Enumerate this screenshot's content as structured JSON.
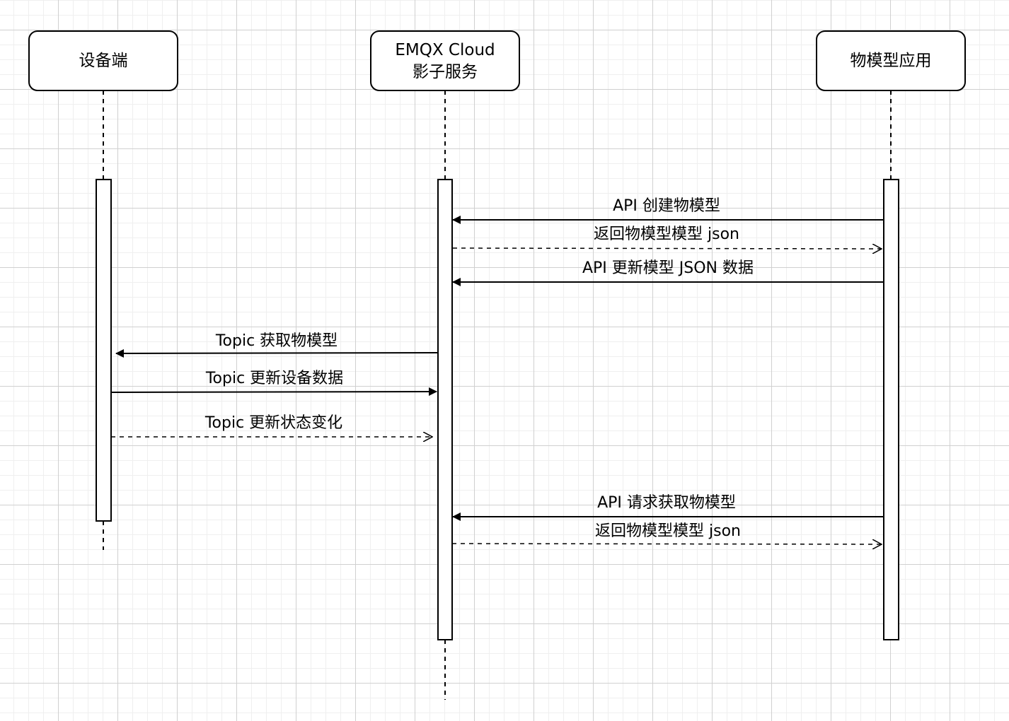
{
  "diagram": {
    "type": "sequence",
    "actors": [
      {
        "id": "device",
        "label_lines": [
          "设备端"
        ]
      },
      {
        "id": "cloud",
        "label_lines": [
          "EMQX Cloud",
          "影子服务"
        ]
      },
      {
        "id": "app",
        "label_lines": [
          "物模型应用"
        ]
      }
    ],
    "messages": [
      {
        "from": "app",
        "to": "cloud",
        "label": "API 创建物模型",
        "style": "solid"
      },
      {
        "from": "cloud",
        "to": "app",
        "label": "返回物模型模型 json",
        "style": "dashed"
      },
      {
        "from": "app",
        "to": "cloud",
        "label": "API 更新模型 JSON 数据",
        "style": "solid"
      },
      {
        "from": "cloud",
        "to": "device",
        "label": "Topic 获取物模型",
        "style": "solid"
      },
      {
        "from": "device",
        "to": "cloud",
        "label": "Topic 更新设备数据",
        "style": "solid"
      },
      {
        "from": "device",
        "to": "cloud",
        "label": "Topic 更新状态变化",
        "style": "dashed"
      },
      {
        "from": "app",
        "to": "cloud",
        "label": "API 请求获取物模型",
        "style": "solid"
      },
      {
        "from": "cloud",
        "to": "app",
        "label": "返回物模型模型 json",
        "style": "dashed"
      }
    ]
  }
}
